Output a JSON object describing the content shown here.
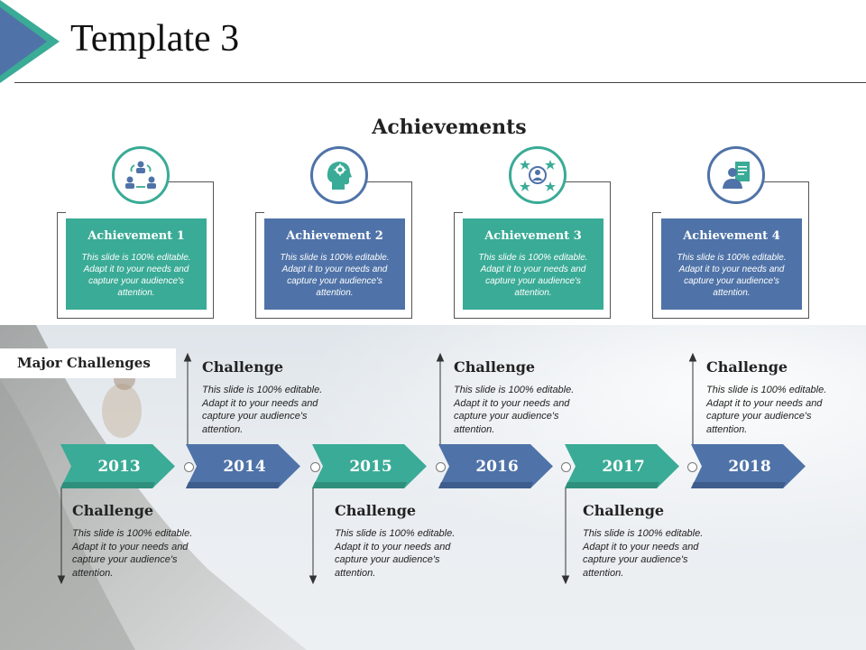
{
  "page": {
    "title": "Template 3"
  },
  "achievements": {
    "heading": "Achievements",
    "items": [
      {
        "title": "Achievement 1",
        "text": "This slide is 100% editable. Adapt it to your needs and capture your audience's attention.",
        "icon": "team-cycle-icon",
        "color": "#3aab96"
      },
      {
        "title": "Achievement 2",
        "text": "This slide is 100% editable. Adapt it to your needs and capture your audience's attention.",
        "icon": "head-gear-icon",
        "color": "#4f73a8"
      },
      {
        "title": "Achievement 3",
        "text": "This slide is 100% editable. Adapt it to your needs and capture your audience's attention.",
        "icon": "person-stars-icon",
        "color": "#3aab96"
      },
      {
        "title": "Achievement 4",
        "text": "This slide is 100% editable. Adapt it to your needs and capture your audience's attention.",
        "icon": "person-document-icon",
        "color": "#4f73a8"
      }
    ]
  },
  "challenges": {
    "label": "Major Challenges",
    "years": [
      "2013",
      "2014",
      "2015",
      "2016",
      "2017",
      "2018"
    ],
    "items": [
      {
        "title": "Challenge",
        "text": "This slide is 100% editable. Adapt it to your needs and capture your audience's attention."
      },
      {
        "title": "Challenge",
        "text": "This slide is 100% editable. Adapt it to your needs and capture your audience's attention."
      },
      {
        "title": "Challenge",
        "text": "This slide is 100% editable. Adapt it to your needs and capture your audience's attention."
      },
      {
        "title": "Challenge",
        "text": "This slide is 100% editable. Adapt it to your needs and capture your audience's attention."
      },
      {
        "title": "Challenge",
        "text": "This slide is 100% editable. Adapt it to your needs and capture your audience's attention."
      },
      {
        "title": "Challenge",
        "text": "This slide is 100% editable. Adapt it to your needs and capture your audience's attention."
      }
    ]
  },
  "colors": {
    "teal": "#3aab96",
    "blue": "#4f73a8",
    "teal_dark": "#2e8f7c",
    "blue_dark": "#3e5d8c"
  }
}
